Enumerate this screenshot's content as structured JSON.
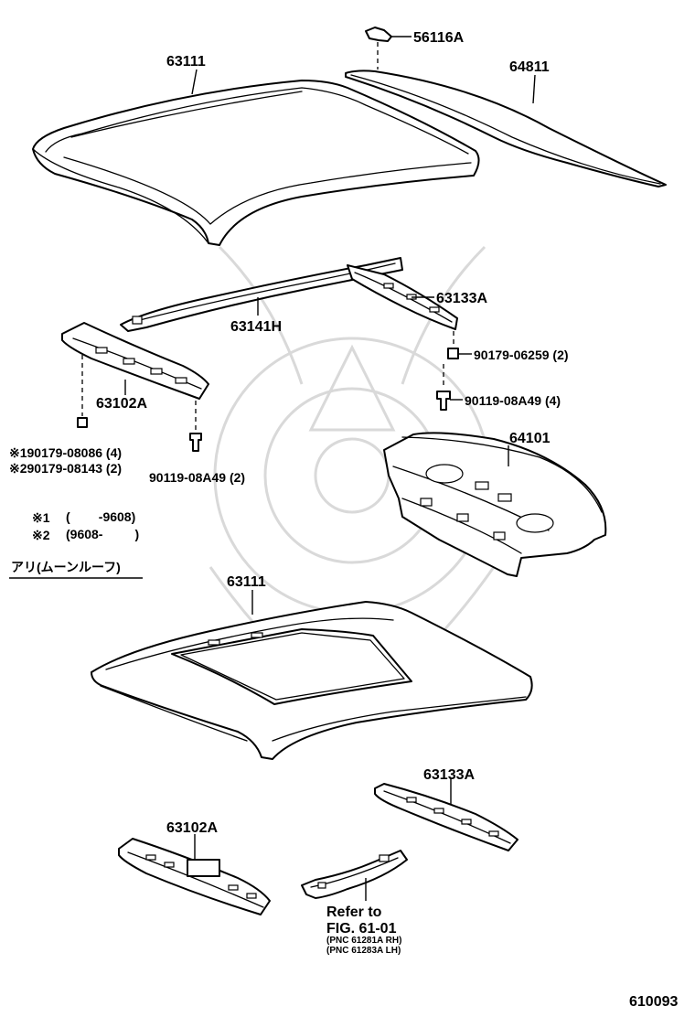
{
  "parts": {
    "roof_panel_top": "63111",
    "roof_panel_sunroof": "63111",
    "back_window_weatherstrip": "64811",
    "clip": "56116A",
    "header_panel_rear": "63133A",
    "header_panel_rear_lower": "63133A",
    "roof_side_inner": "63141H",
    "front_header": "63102A",
    "front_header_lower": "63102A",
    "package_tray": "64101",
    "nut_rear": "90179-06259 (2)",
    "bolt_rear": "90119-08A49 (4)",
    "bolt_front": "90119-08A49 (2)"
  },
  "notes": {
    "note1_part": "※190179-08086 (4)",
    "note2_part": "※290179-08143 (2)",
    "note1_mark": "※1",
    "note1_range": "(        -9608)",
    "note2_mark": "※2",
    "note2_range": "(9608-         )",
    "moonroof_heading": "アリ(ムーンルーフ)"
  },
  "reference": {
    "line1": "Refer to",
    "line2": "FIG. 61-01",
    "line3": "(PNC 61281A RH)",
    "line4": "(PNC 61283A LH)"
  },
  "figure_number": "610093"
}
